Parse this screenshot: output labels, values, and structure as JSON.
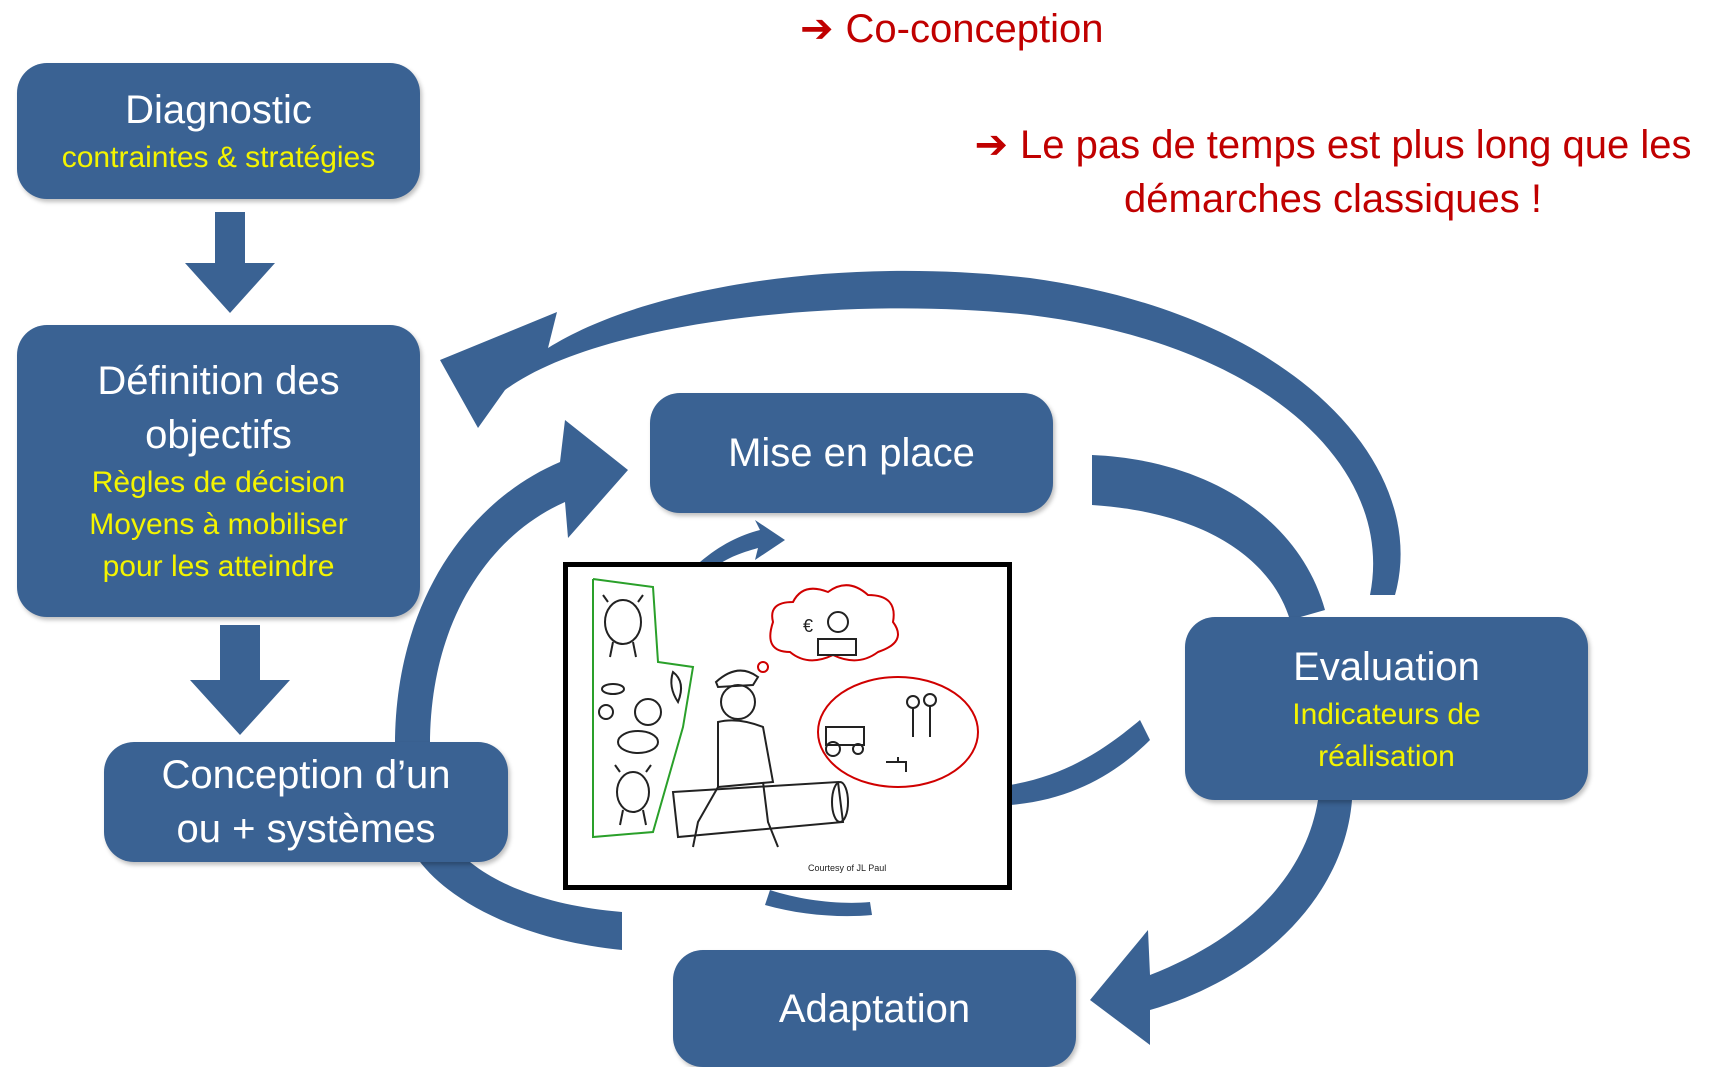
{
  "notes": {
    "note_1": "Co-conception",
    "note_2_line_1": "Le pas de temps est plus long que les",
    "note_2_line_2": "démarches classiques !",
    "arrow_glyph": "➔"
  },
  "boxes": {
    "diagnostic": {
      "title": "Diagnostic",
      "sub": "contraintes & stratégies"
    },
    "objectifs": {
      "title_1": "Définition des",
      "title_2": "objectifs",
      "sub_1": "Règles de décision",
      "sub_2": "Moyens à mobiliser",
      "sub_3": "pour les atteindre"
    },
    "conception": {
      "title_1": "Conception d’un",
      "title_2": "ou + systèmes"
    },
    "mise_en_place": {
      "title": "Mise en place"
    },
    "evaluation": {
      "title": "Evaluation",
      "sub_1": "Indicateurs de",
      "sub_2": "réalisation"
    },
    "adaptation": {
      "title": "Adaptation"
    }
  },
  "illustration": {
    "credit": "Courtesy of JL Paul",
    "currency_symbol": "€"
  },
  "colors": {
    "box": "#3a6293",
    "arrow": "#3a6293",
    "subtitle": "#f4f400",
    "note": "#c00000"
  }
}
